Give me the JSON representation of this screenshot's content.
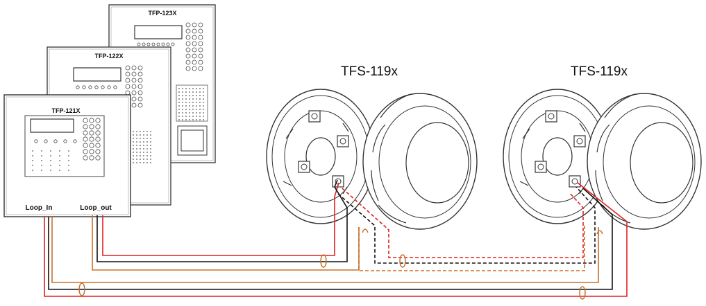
{
  "panels": [
    {
      "model": "TFP-123X"
    },
    {
      "model": "TFP-122X"
    },
    {
      "model": "TFP-121X",
      "loop_in": "Loop_In",
      "loop_out": "Loop_out"
    }
  ],
  "detectors": [
    {
      "model": "TFS-119x"
    },
    {
      "model": "TFS-119x"
    }
  ],
  "colors": {
    "red": "#e02020",
    "black": "#111111",
    "orange": "#c8702a",
    "outline": "#333333"
  },
  "icons": [
    "ferrite-ring-icon",
    "screw-terminal-icon"
  ]
}
